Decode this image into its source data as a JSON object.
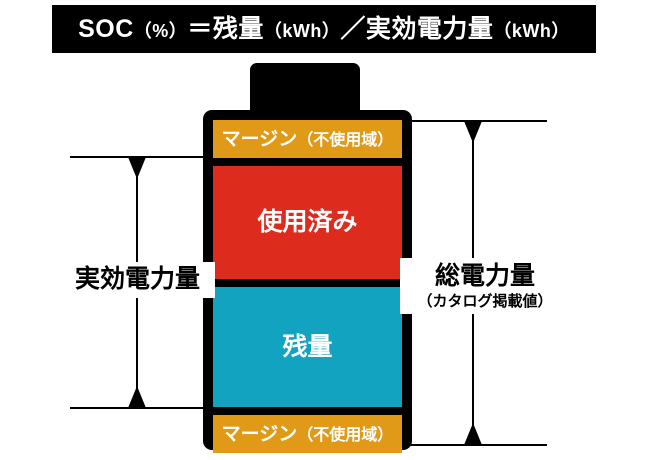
{
  "title": {
    "formula_main_1": "SOC",
    "formula_paren_1": "（%）",
    "formula_eq": "＝",
    "formula_main_2": "残量",
    "formula_paren_2": "（kWh）",
    "formula_slash": "／",
    "formula_main_3": "実効電力量",
    "formula_paren_3": "（kWh）",
    "full_text": "SOC（%）＝残量（kWh）／ 実効電力量（kWh）"
  },
  "battery": {
    "segments": [
      {
        "id": "margin-top",
        "label_main": "マージン",
        "label_paren": "（不使用域）",
        "color": "#e09a17",
        "text_color": "#ffffff"
      },
      {
        "id": "used",
        "label_main": "使用済み",
        "label_paren": "",
        "color": "#dd2b1e",
        "text_color": "#ffffff"
      },
      {
        "id": "remaining",
        "label_main": "残量",
        "label_paren": "",
        "color": "#11a3c0",
        "text_color": "#ffffff"
      },
      {
        "id": "margin-bottom",
        "label_main": "マージン",
        "label_paren": "（不使用域）",
        "color": "#e09a17",
        "text_color": "#ffffff"
      }
    ],
    "shell_color": "#000000"
  },
  "measurements": {
    "left": {
      "label": "実効電力量",
      "spans": "used + remaining"
    },
    "right": {
      "label_main": "総電力量",
      "label_sub": "（カタログ掲載値）",
      "spans": "entire battery body"
    }
  },
  "colors": {
    "background": "#ffffff",
    "banner": "#000000",
    "banner_text": "#ffffff",
    "margin": "#e09a17",
    "used": "#dd2b1e",
    "remaining": "#11a3c0",
    "line": "#000000"
  }
}
